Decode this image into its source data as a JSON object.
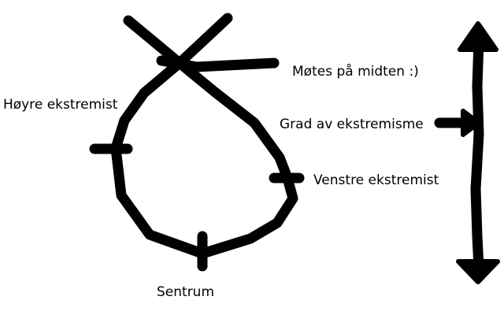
{
  "labels": {
    "meet_in_middle": "Møtes på midten :)",
    "far_right": "Høyre ekstremist",
    "degree_of_extremism": "Grad av ekstremisme",
    "far_left": "Venstre ekstremist",
    "center": "Sentrum"
  },
  "colors": {
    "stroke": "#000000",
    "background": "#ffffff"
  }
}
